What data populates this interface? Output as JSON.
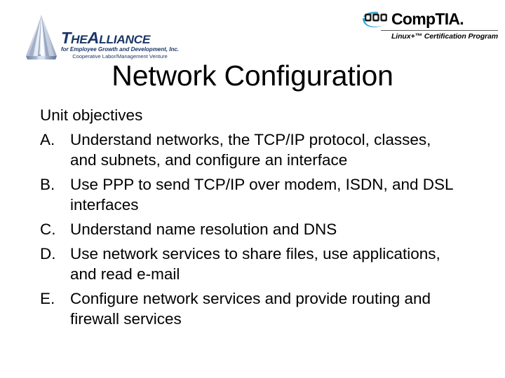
{
  "slide": {
    "title": "Network Configuration",
    "background_color": "#ffffff",
    "text_color": "#000000"
  },
  "alliance_logo": {
    "icon": "alliance-pyramid-icon",
    "name_part1": "T",
    "name_part2": "HE",
    "name_part3": "A",
    "name_part4": "LLIANCE",
    "name_full": "TheAlliance",
    "tagline1": "for Employee Growth and Development, Inc.",
    "tagline2": "Cooperative Labor/Management Venture",
    "brand_color": "#1b3668"
  },
  "comptia_logo": {
    "icon": "comptia-squares-swoosh-icon",
    "wordmark": "CompTIA.",
    "subtitle": "Linux+™ Certification Program",
    "swoosh_color": "#29a3d4",
    "square_color": "#1a1a1a"
  },
  "body": {
    "heading": "Unit objectives",
    "objectives": [
      {
        "marker": "A.",
        "text": "Understand networks, the TCP/IP protocol, classes, and subnets, and configure an interface"
      },
      {
        "marker": "B.",
        "text": "Use PPP to send TCP/IP over modem, ISDN, and DSL interfaces"
      },
      {
        "marker": "C.",
        "text": "Understand name resolution and DNS"
      },
      {
        "marker": "D.",
        "text": "Use network services to share files, use applications, and read e-mail"
      },
      {
        "marker": "E.",
        "text": "Configure network services and provide routing and firewall services"
      }
    ]
  }
}
